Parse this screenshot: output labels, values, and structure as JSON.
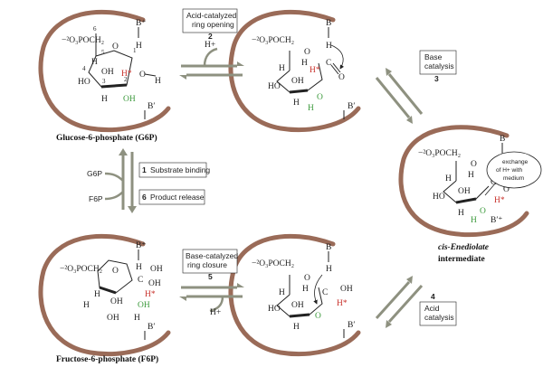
{
  "captions": {
    "g6p": "Glucose-6-phosphate (G6P)",
    "f6p": "Fructose-6-phosphate (F6P)",
    "enediolate_1": "cis-Enediolate",
    "enediolate_2": "intermediate"
  },
  "steps": {
    "s1": {
      "num": "1",
      "label": "Substrate binding"
    },
    "s2": {
      "num": "2",
      "line1": "Acid-catalyzed",
      "line2": "ring opening"
    },
    "s3": {
      "num": "3",
      "line1": "Base",
      "line2": "catalysis"
    },
    "s4": {
      "num": "4",
      "line1": "Acid",
      "line2": "catalysis"
    },
    "s5": {
      "num": "5",
      "line1": "Base-catalyzed",
      "line2": "ring closure"
    },
    "s6": {
      "num": "6",
      "label": "Product release"
    }
  },
  "side_labels": {
    "g6p": "G6P",
    "f6p": "F6P"
  },
  "proton": "H+",
  "callout": {
    "line1": "exchange",
    "line2": "of H+ with",
    "line3": "medium"
  },
  "colors": {
    "enzyme": "#9a6b58",
    "arrow": "#8e9180",
    "highlight_h": "#c8312b",
    "oxygen": "#3d9a3d"
  }
}
